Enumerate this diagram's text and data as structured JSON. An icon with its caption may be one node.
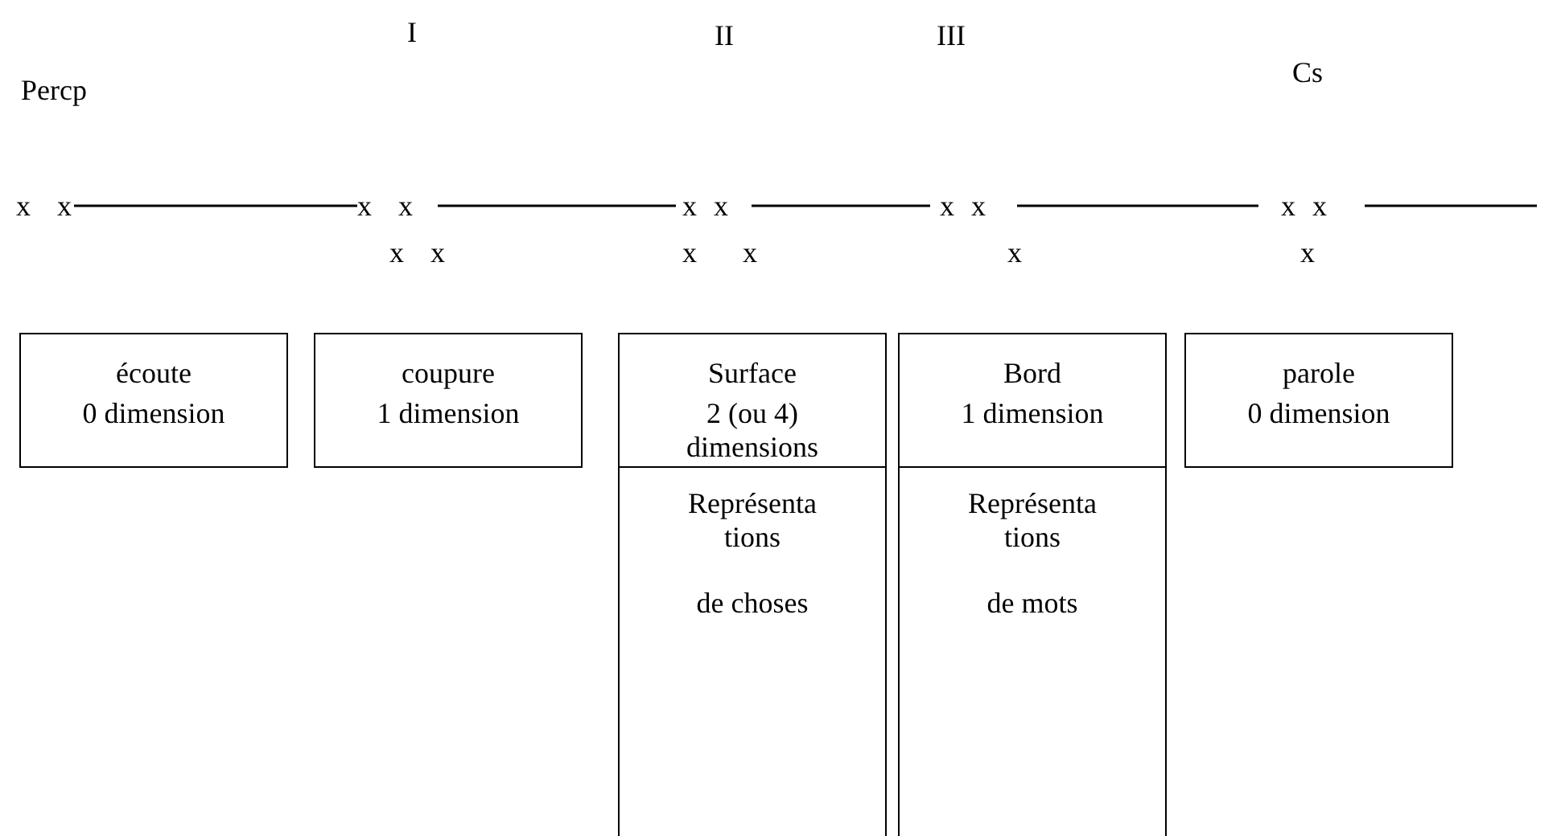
{
  "diagram": {
    "nodes": [
      {
        "text": [
          "écoute",
          "0 dimension"
        ]
      },
      {
        "text": [
          "coupure",
          "1 dimension"
        ]
      },
      {
        "text": [
          "Surface",
          "2 (ou 4) dimensions"
        ]
      },
      {
        "text": [
          "Bord",
          "1 dimension"
        ]
      },
      {
        "text": [
          "parole",
          "0 dimension"
        ]
      },
      {
        "text": [
          "Représenta tions",
          "de choses"
        ]
      },
      {
        "text": [
          "Représenta tions",
          "de mots"
        ]
      }
    ],
    "labels": [
      "Percp",
      "I",
      "II",
      "III",
      "Cs",
      "x x",
      "x x",
      "x x",
      "x x",
      "x x",
      "x x",
      "x x",
      "x",
      "x"
    ]
  }
}
